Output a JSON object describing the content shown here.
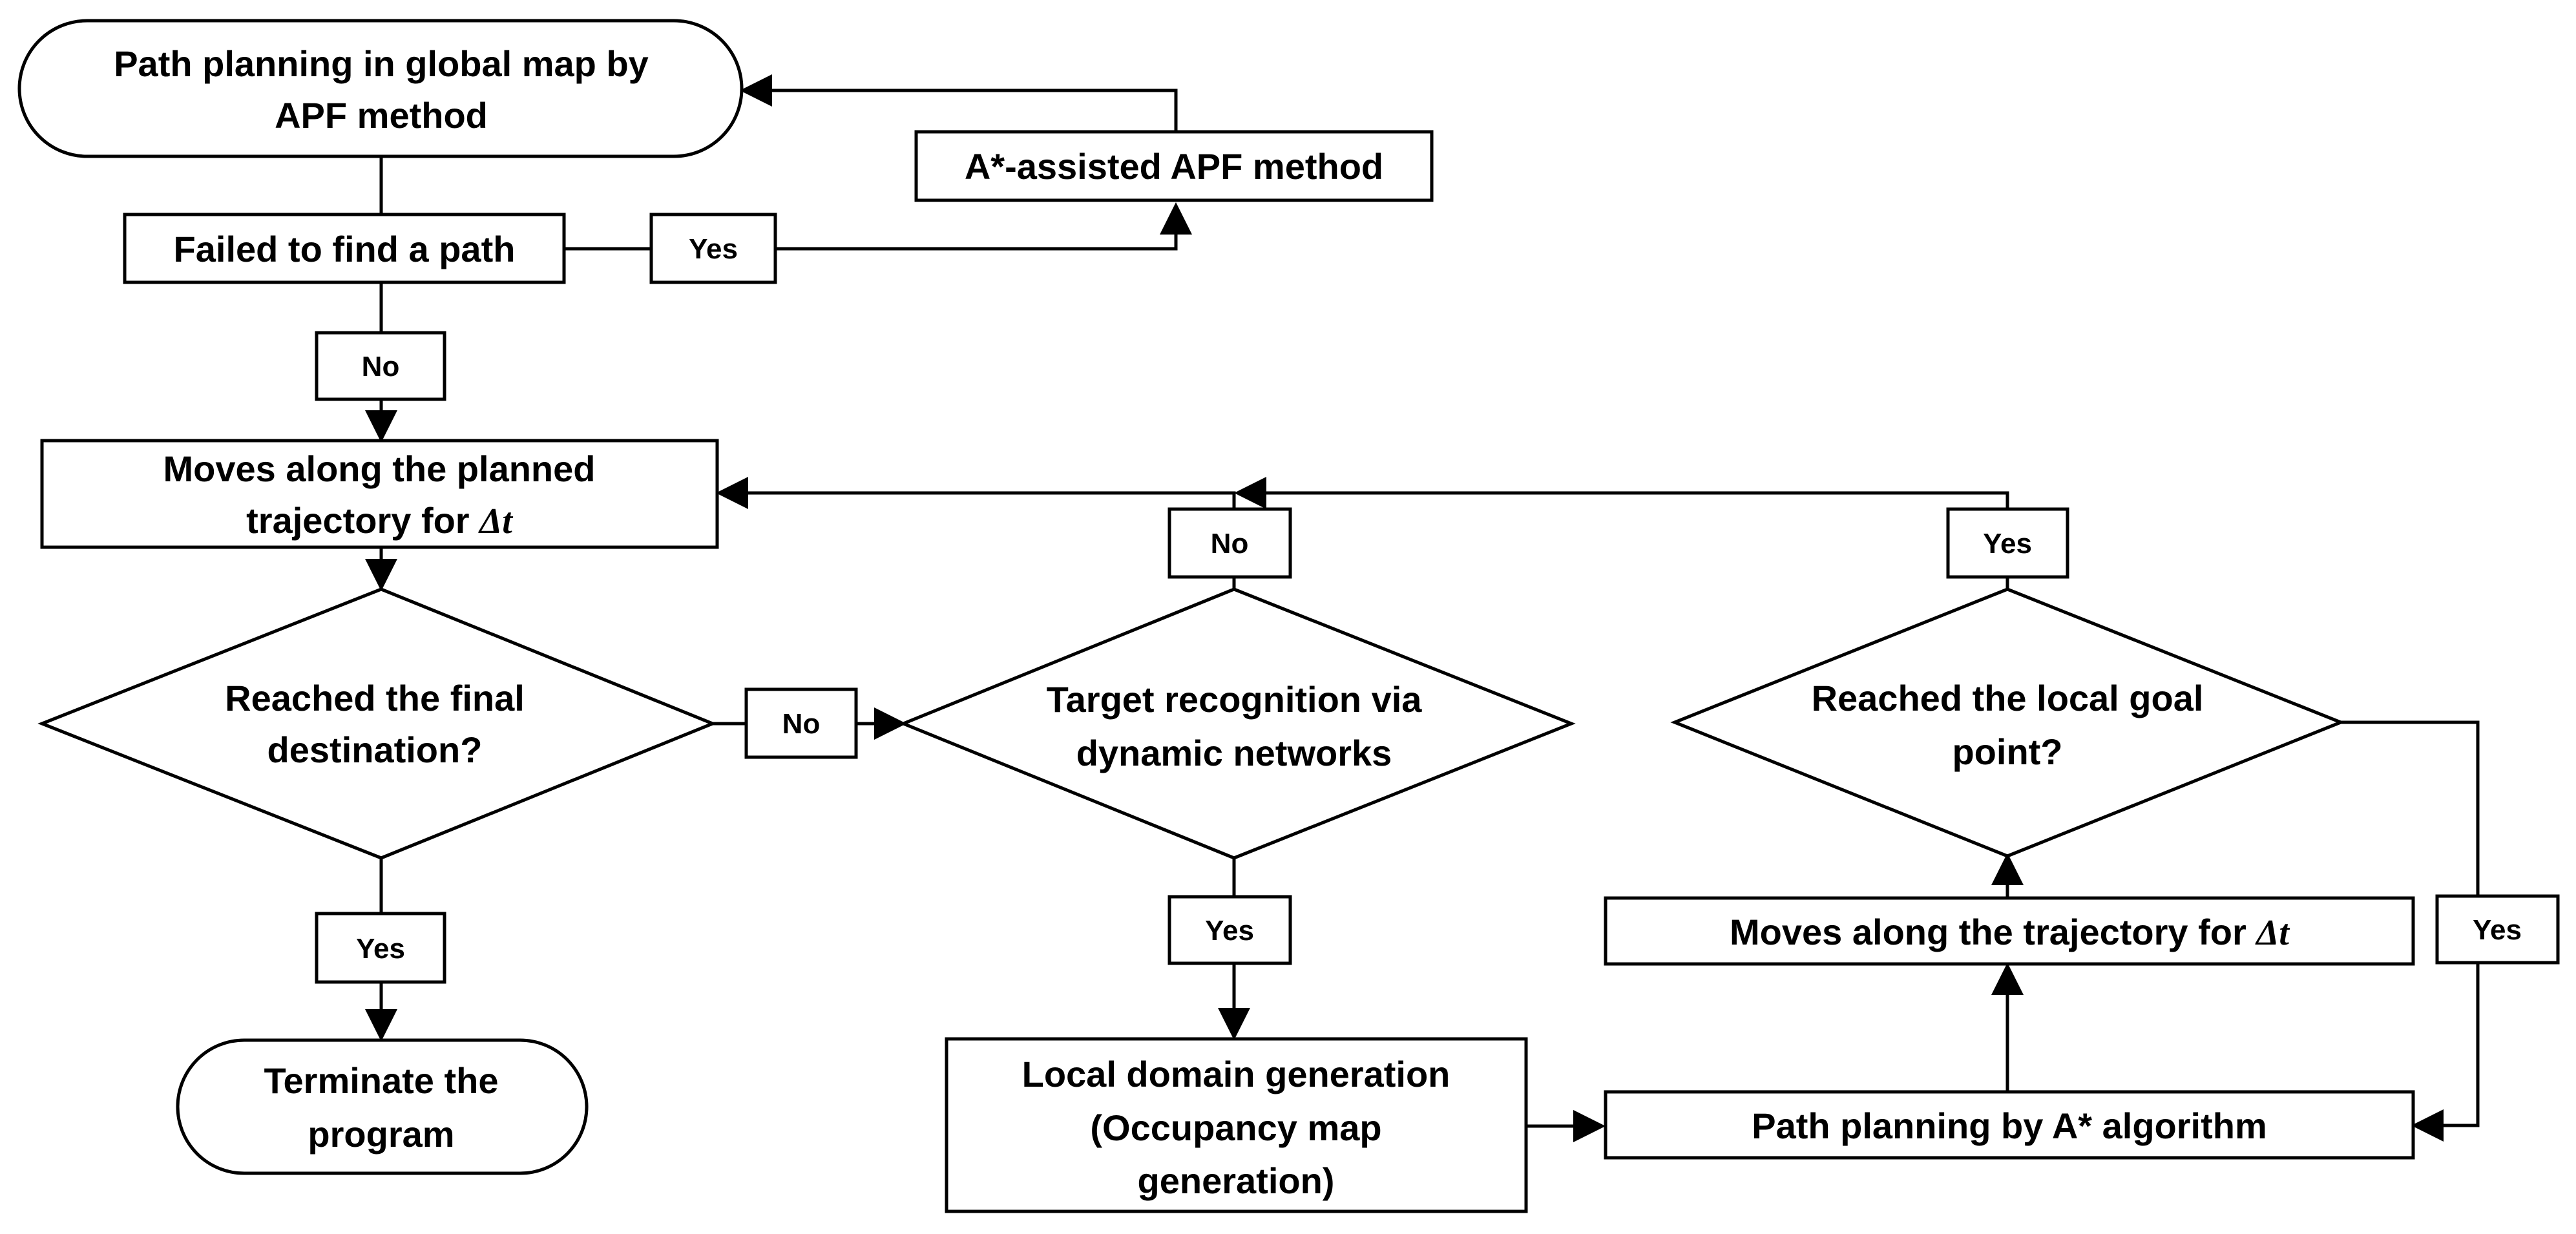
{
  "nodes": {
    "global_planning": {
      "line1": "Path planning in global map by",
      "line2": "APF method"
    },
    "failed_path": {
      "line1": "Failed to find a path"
    },
    "astar_apf": {
      "line1": "A*-assisted APF method"
    },
    "moves_planned": {
      "line1": "Moves along the planned",
      "line2": "trajectory for ",
      "math": "Δt"
    },
    "reached_final": {
      "line1": "Reached the final",
      "line2": "destination?"
    },
    "terminate": {
      "line1": "Terminate the",
      "line2": "program"
    },
    "target_recognition": {
      "line1": "Target recognition via",
      "line2": "dynamic networks"
    },
    "local_domain": {
      "line1": "Local domain generation",
      "line2": "(Occupancy map",
      "line3": "generation)"
    },
    "path_astar": {
      "line1": "Path planning by A* algorithm"
    },
    "moves_trajectory": {
      "line1": "Moves along the trajectory for ",
      "math": "Δt"
    },
    "reached_local": {
      "line1": "Reached the local goal",
      "line2": "point?"
    }
  },
  "edge_labels": {
    "failed_yes": "Yes",
    "failed_no": "No",
    "final_no": "No",
    "final_yes": "Yes",
    "target_no": "No",
    "target_yes": "Yes",
    "local_yes_top": "Yes",
    "local_yes_right": "Yes"
  }
}
